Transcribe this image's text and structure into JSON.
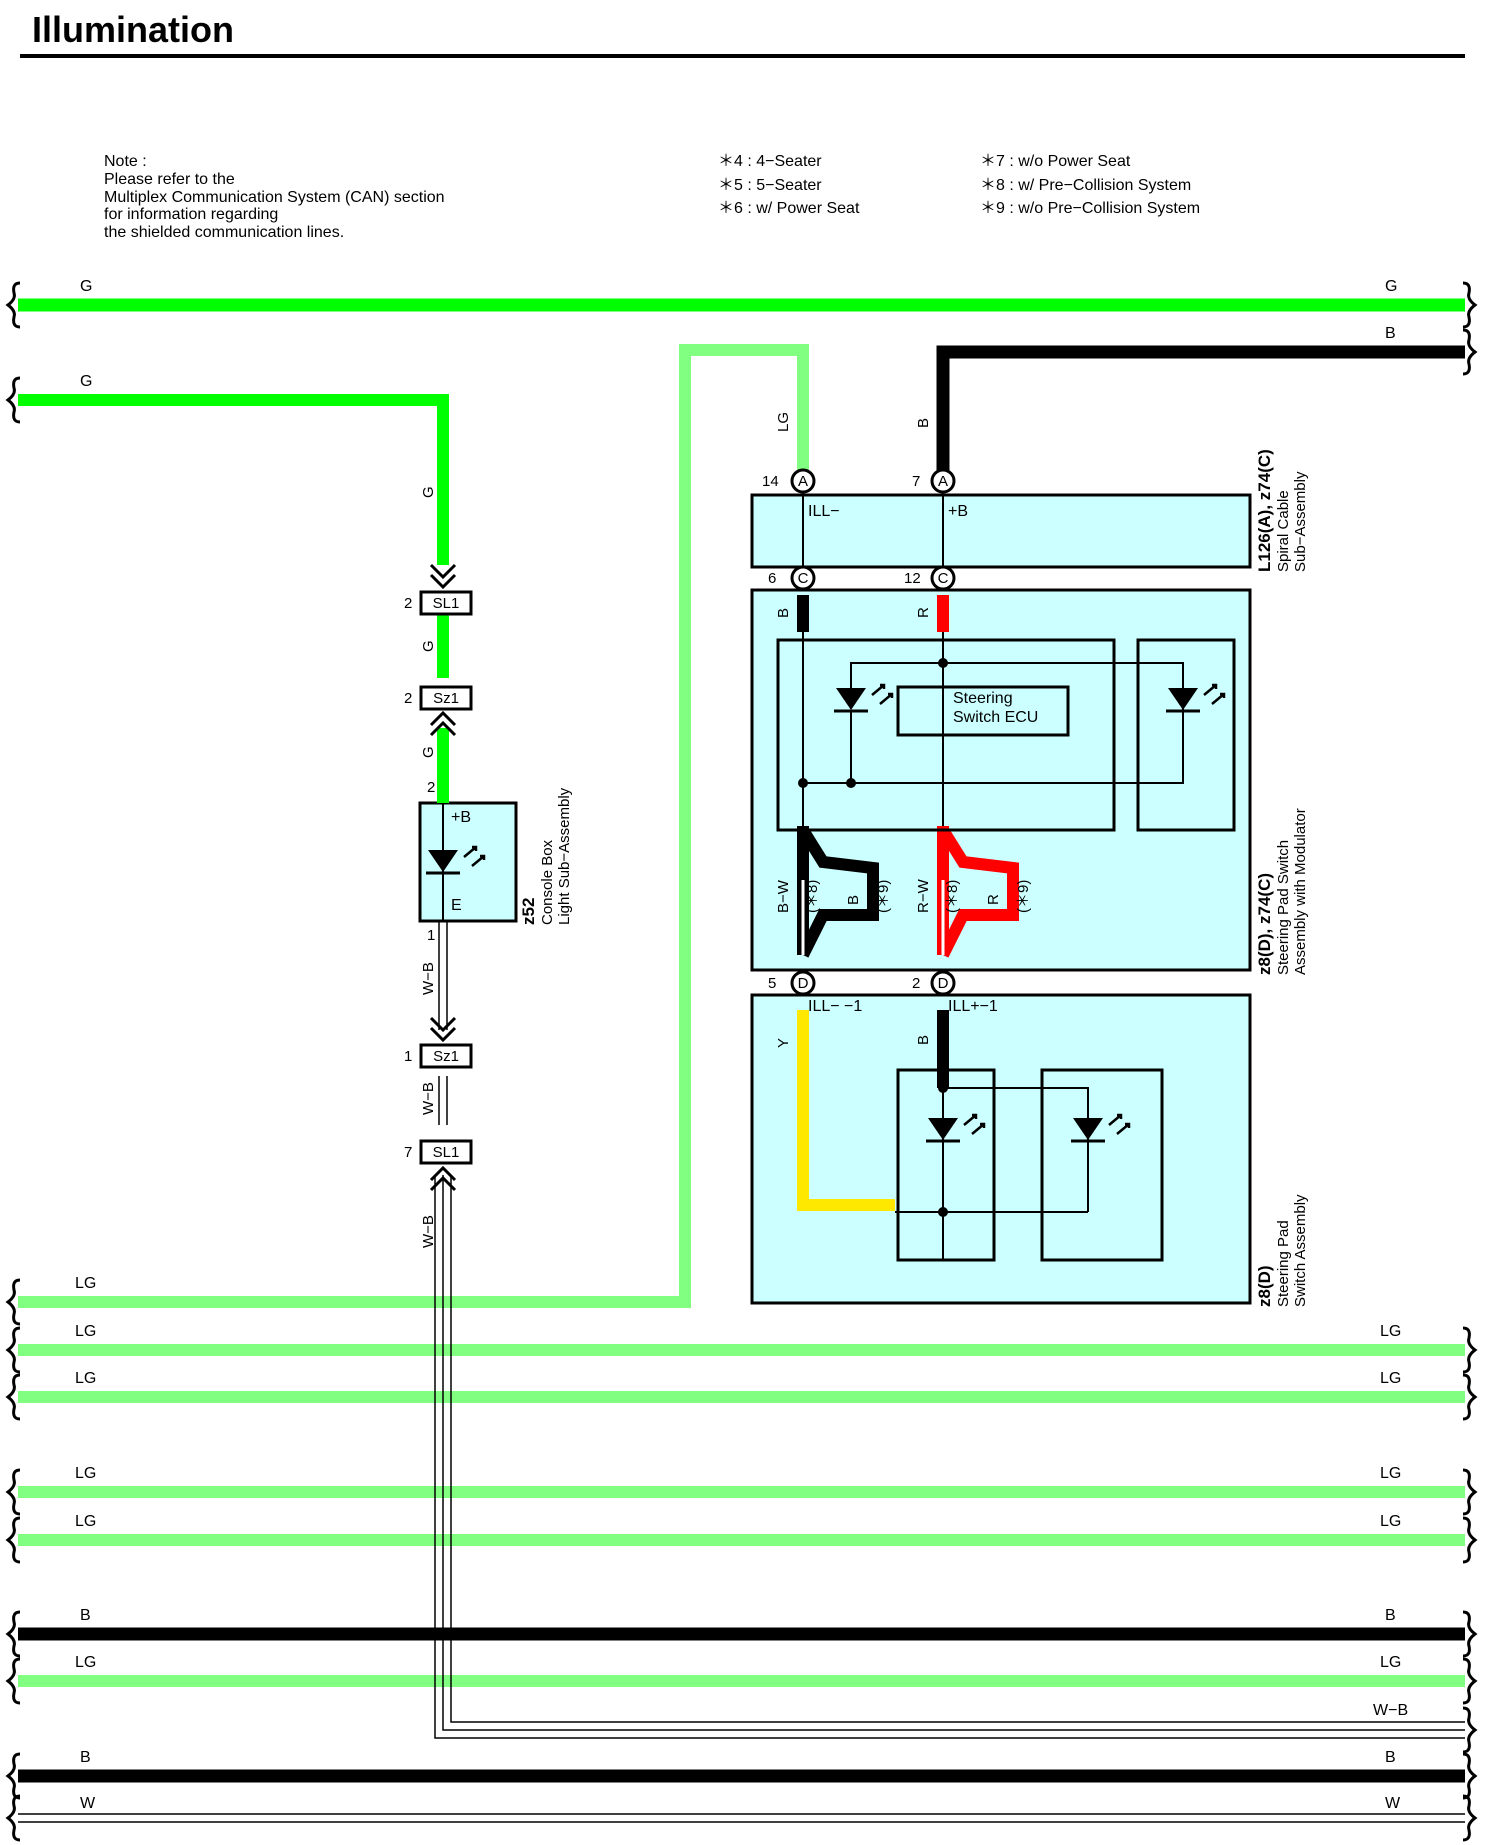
{
  "title": "Illumination",
  "note": {
    "heading": "Note :",
    "lines": [
      "Please refer to the",
      "Multiplex Communication System (CAN) section",
      "for information regarding",
      "the shielded communication lines."
    ]
  },
  "legend": [
    "＊4 : 4−Seater",
    "＊5 : 5−Seater",
    "＊6 : w/ Power Seat",
    "＊7 : w/o Power Seat",
    "＊8 : w/ Pre−Collision System",
    "＊9 : w/o Pre−Collision System"
  ],
  "colors": {
    "G": "#00ff00",
    "LG": "#80ff80",
    "B": "#000000",
    "R": "#ff0000",
    "Y": "#ffe800",
    "component_fill": "#ccffff"
  },
  "wires": {
    "g": "G",
    "lg": "LG",
    "b": "B",
    "r": "R",
    "y": "Y",
    "wb": "W−B",
    "w": "W",
    "bw": "B−W",
    "rw": "R−W"
  },
  "connectors": {
    "sl1": "SL1",
    "sz1": "Sz1",
    "A": "A",
    "C": "C",
    "D": "D"
  },
  "pins": {
    "p2": "2",
    "p1": "1",
    "p7": "7",
    "p14": "14",
    "p6": "6",
    "p12": "12",
    "p5": "5"
  },
  "variants": {
    "v8": "(＊8)",
    "v9": "(＊9)"
  },
  "components": {
    "console": {
      "code": "z52",
      "name1": "Console Box",
      "name2": "Light Sub−Assembly",
      "terminal_b": "+B",
      "terminal_e": "E"
    },
    "spiral": {
      "code": "L126(A), z74(C)",
      "name1": "Spiral Cable",
      "name2": "Sub−Assembly",
      "t_ill": "ILL−",
      "t_b": "+B"
    },
    "steering_switch": {
      "code": "z8(D), z74(C)",
      "name1": "Steering Pad Switch",
      "name2": "Assembly with Modulator",
      "ecu1": "Steering",
      "ecu2": "Switch ECU"
    },
    "pad_switch": {
      "code": "z8(D)",
      "name1": "Steering Pad",
      "name2": "Switch Assembly",
      "t_ill_minus": "ILL− −1",
      "t_ill_plus": "ILL+−1"
    }
  }
}
